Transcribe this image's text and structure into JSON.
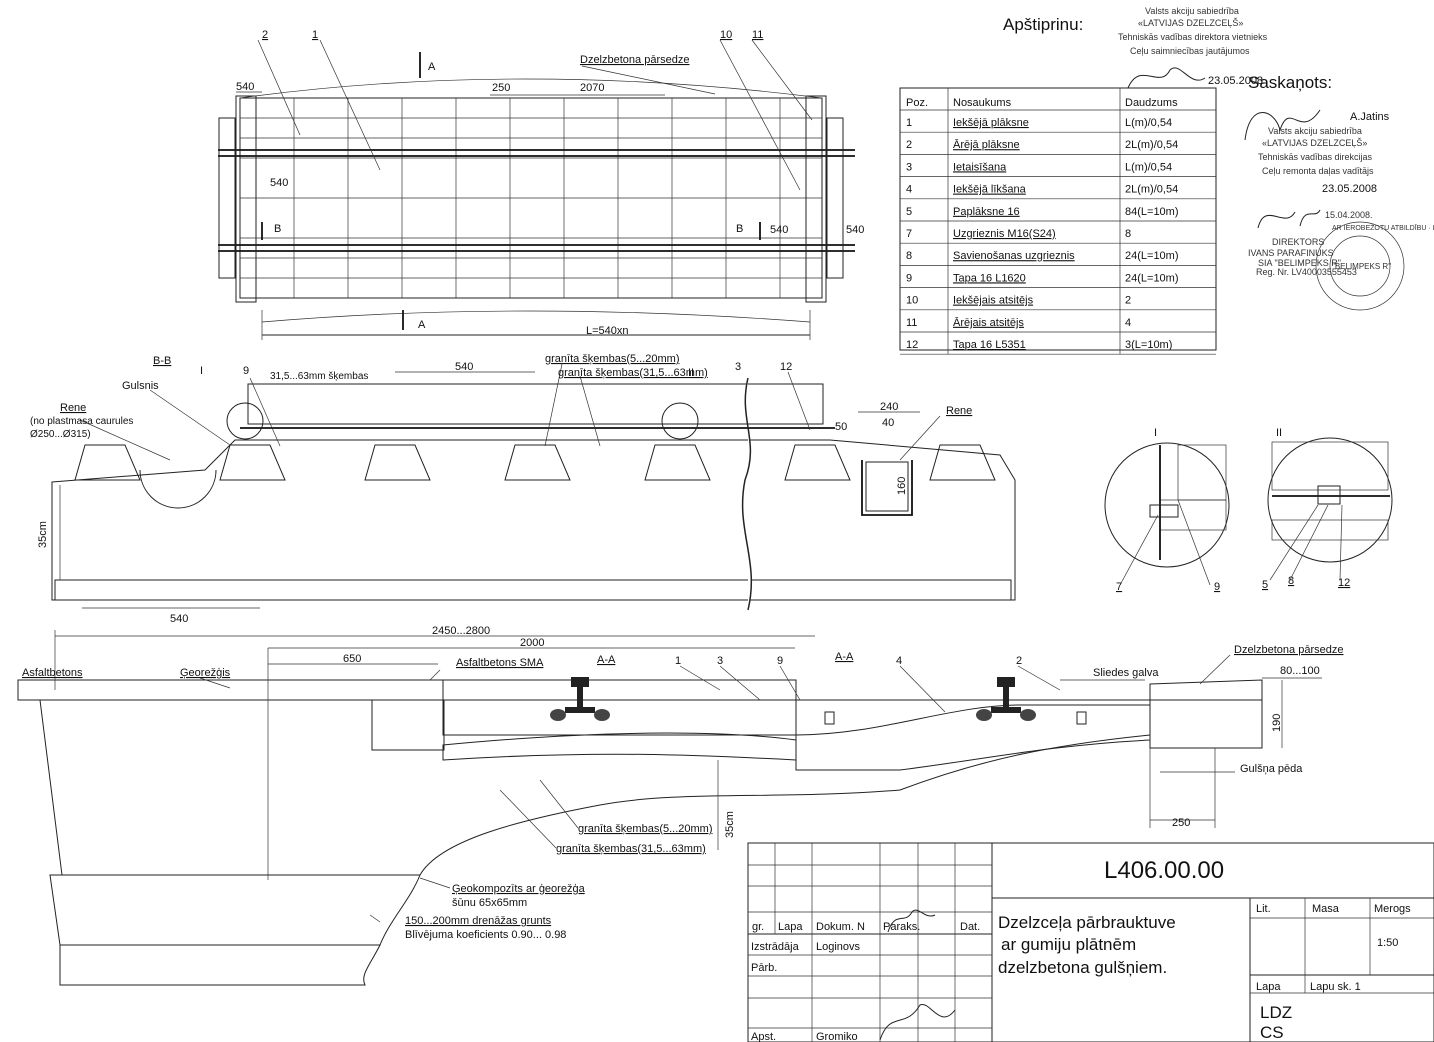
{
  "approval": {
    "header": "Apštiprinu:",
    "org_lines": [
      "Valsts akciju sabiedrība",
      "«LATVIJAS DZELZCEĻŠ»",
      "Tehniskās vadības direktora vietnieks",
      "Ceļu saimniecības jautājumos"
    ],
    "date": "23.05.2008"
  },
  "agreement": {
    "header": "Saskaņots:",
    "person": "A.Jatins",
    "org_lines": [
      "Valsts akciju sabiedrība",
      "«LATVIJAS DZELZCEĻŠ»",
      "Tehniskās vadības direkcijas",
      "Ceļu remonta daļas vadītājs"
    ],
    "date": "23.05.2008"
  },
  "director": {
    "date": "15.04.2008.",
    "title": "DIREKTORS",
    "name": "IVANS PARAFINUKS",
    "company": "SIA \"BELIMPEKS R\"",
    "reg": "Reg. Nr. LV40003555453",
    "seal_text": "AR IEROBEŽOTU ATBILDĪBU · LATVIJAS REPUBLIKA",
    "seal_center": "\"BELIMPEKS R\""
  },
  "parts_table": {
    "headers": [
      "Poz.",
      "Nosaukums",
      "Daudzums"
    ],
    "rows": [
      [
        "1",
        "Iekšējā plāksne",
        "L(m)/0,54"
      ],
      [
        "2",
        "Ārējā plāksne",
        "2L(m)/0,54"
      ],
      [
        "3",
        "Ietaisīšana",
        "L(m)/0,54"
      ],
      [
        "4",
        "Iekšējā līkšana",
        "2L(m)/0,54"
      ],
      [
        "5",
        "Paplāksne 16",
        "84(L=10m)"
      ],
      [
        "7",
        "Uzgrieznis M16(S24)",
        "8"
      ],
      [
        "8",
        "Savienošanas uzgrieznis",
        "24(L=10m)"
      ],
      [
        "9",
        "Tapa 16 L1620",
        "24(L=10m)"
      ],
      [
        "10",
        "Iekšējais atsitējs",
        "2"
      ],
      [
        "11",
        "Ārējais atsitējs",
        "4"
      ],
      [
        "12",
        "Tapa 16 L5351",
        "3(L=10m)"
      ]
    ]
  },
  "plan_view": {
    "callouts": [
      "2",
      "1",
      "10",
      "11"
    ],
    "overpass": "Dzelzbetona pārsedze",
    "dims": [
      "540",
      "250",
      "2070",
      "540",
      "540",
      "540",
      "L=540xn"
    ],
    "section_marks": [
      "A",
      "A",
      "B",
      "B"
    ]
  },
  "section_bb": {
    "title": "B-B",
    "labels": {
      "gulsnis": "Gulsnis",
      "rene_left": "Rene",
      "pipes": "(no plastmasa caurules",
      "pipes2": "Ø250...Ø315)",
      "rene_right": "Rene",
      "gravel_fine": "granīta šķembas(5...20mm)",
      "gravel_coarse": "granīta šķembas(31,5...63mm)",
      "gravel_coarse2": "31,5...63mm šķembas"
    },
    "callouts": [
      "I",
      "9",
      "II",
      "3",
      "12"
    ],
    "dims": [
      "540",
      "240",
      "40",
      "50",
      "160",
      "35cm",
      "540"
    ]
  },
  "details": {
    "detail1": {
      "title": "I",
      "callouts": [
        "7",
        "9"
      ]
    },
    "detail2": {
      "title": "II",
      "callouts": [
        "5",
        "8",
        "12"
      ]
    }
  },
  "section_aa": {
    "titles": [
      "A-A",
      "A-A"
    ],
    "labels": {
      "asphalt": "Asfaltbetons",
      "geogrid": "Ģeorežģis",
      "asphalt_sma": "Asfaltbetons SMA",
      "rail_head": "Sliedes galva",
      "overpass": "Dzelzbetona pārsedze",
      "sleeper_foot": "Gulšņa pēda",
      "gravel_fine": "granīta šķembas(5...20mm)",
      "gravel_coarse": "granīta šķembas(31,5...63mm)",
      "geocomposite": "Ģeokompozīts ar ģeorežģa",
      "geocomposite2": "šūnu 65x65mm",
      "drainage": "150...200mm drenāžas grunts",
      "compaction": "Blīvējuma koeficients 0.90... 0.98"
    },
    "callouts": [
      "1",
      "3",
      "9",
      "4",
      "2"
    ],
    "dims": [
      "2450...2800",
      "2000",
      "650",
      "80...100",
      "190",
      "35cm",
      "250"
    ]
  },
  "title_block": {
    "code": "L406.00.00",
    "title_lines": [
      "Dzelzceļa pārbrauktuve",
      "ar gumiju plātnēm",
      "dzelzbetona gulšņiem."
    ],
    "cols": [
      "gr.",
      "Lapa",
      "Dokum. N",
      "Paraks.",
      "Dat."
    ],
    "rows": [
      {
        "role": "Izstrādāja",
        "name": "Loginovs"
      },
      {
        "role": "Pārb.",
        "name": ""
      },
      {
        "role": "Apst.",
        "name": "Gromiko"
      }
    ],
    "lit": "Lit.",
    "masa": "Masa",
    "merogs": "Merogs",
    "scale": "1:50",
    "lapa": "Lapa",
    "lapu_sk": "Lapu sk. 1",
    "org": "LDZ",
    "org2": "CS"
  },
  "colors": {
    "ink": "#111111",
    "paper": "#ffffff",
    "hatch": "#444444"
  }
}
